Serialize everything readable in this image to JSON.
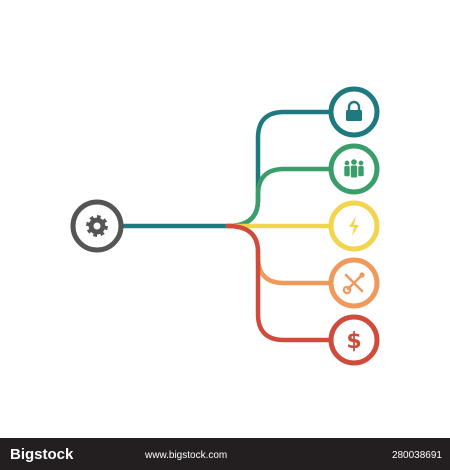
{
  "diagram": {
    "hub": {
      "icon": "gear-icon",
      "color": "#555555"
    },
    "branches": [
      {
        "icon": "lock-icon",
        "color": "#1f7a80"
      },
      {
        "icon": "team-icon",
        "color": "#3a9e6a"
      },
      {
        "icon": "lightning-icon",
        "color": "#f2d54e"
      },
      {
        "icon": "tools-icon",
        "color": "#ef9a5c"
      },
      {
        "icon": "dollar-icon",
        "color": "#cf4c3c"
      }
    ]
  },
  "watermark": {
    "brand": "Bigstock",
    "url": "www.bigstock.com",
    "image_id": "280038691"
  }
}
